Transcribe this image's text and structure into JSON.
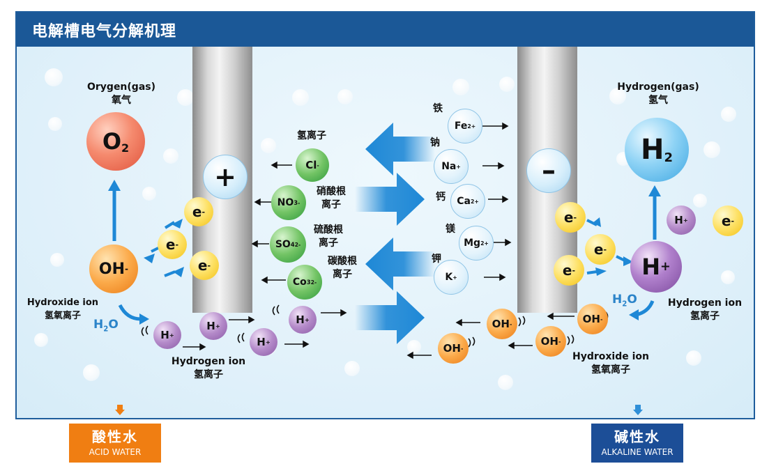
{
  "header": {
    "title": "电解槽电气分解机理"
  },
  "left": {
    "oxygen_en": "Orygen(gas)",
    "oxygen_cn": "氧气",
    "o2_symbol": "O",
    "o2_sub": "2",
    "plus_symbol": "+",
    "oh_symbol": "OH",
    "oh_charge": "-",
    "e_symbol": "e",
    "e_charge": "-",
    "hydroxide_en": "Hydroxide ion",
    "hydroxide_cn": "氢氧离子",
    "h2o_main": "H",
    "h2o_sub": "2",
    "h2o_end": "O",
    "h_symbol": "H",
    "h_charge": "+",
    "hydrogen_ion_en": "Hydrogen ion",
    "hydrogen_ion_cn": "氢离子",
    "tag_cn": "酸性水",
    "tag_en": "ACID WATER"
  },
  "anions": {
    "cl_label": "氢离子",
    "cl_symbol": "Cl",
    "cl_charge": "-",
    "no3_label_1": "硝酸根",
    "no3_label_2": "离子",
    "no3_symbol": "NO",
    "no3_sub": "3",
    "no3_charge": "-",
    "so4_label_1": "硫酸根",
    "so4_label_2": "离子",
    "so4_symbol": "SO",
    "so4_sub": "4",
    "so4_charge": "2-",
    "co3_label_1": "碳酸根",
    "co3_label_2": "离子",
    "co3_symbol": "Co",
    "co3_sub": "3",
    "co3_charge": "2-"
  },
  "cations": {
    "fe_label": "铁",
    "fe_symbol": "Fe",
    "fe_charge": "2+",
    "na_label": "钠",
    "na_symbol": "Na",
    "na_charge": "+",
    "ca_label": "钙",
    "ca_symbol": "Ca",
    "ca_charge": "2+",
    "mg_label": "镁",
    "mg_symbol": "Mg",
    "mg_charge": "2+",
    "k_label": "钾",
    "k_symbol": "K",
    "k_charge": "+"
  },
  "right": {
    "hydrogen_en": "Hydrogen(gas)",
    "hydrogen_cn": "氢气",
    "h2_symbol": "H",
    "h2_sub": "2",
    "minus_symbol": "–",
    "hydrogen_ion_en": "Hydrogen ion",
    "hydrogen_ion_cn": "氢离子",
    "hydroxide_en": "Hydroxide ion",
    "hydroxide_cn": "氢氧离子",
    "tag_cn": "碱性水",
    "tag_en": "ALKALINE WATER"
  },
  "colors": {
    "header": "#1b5897",
    "arrow_blue": "#1e88d6",
    "acid_tag": "#f07e12",
    "alkaline_tag": "#1c4e97"
  }
}
